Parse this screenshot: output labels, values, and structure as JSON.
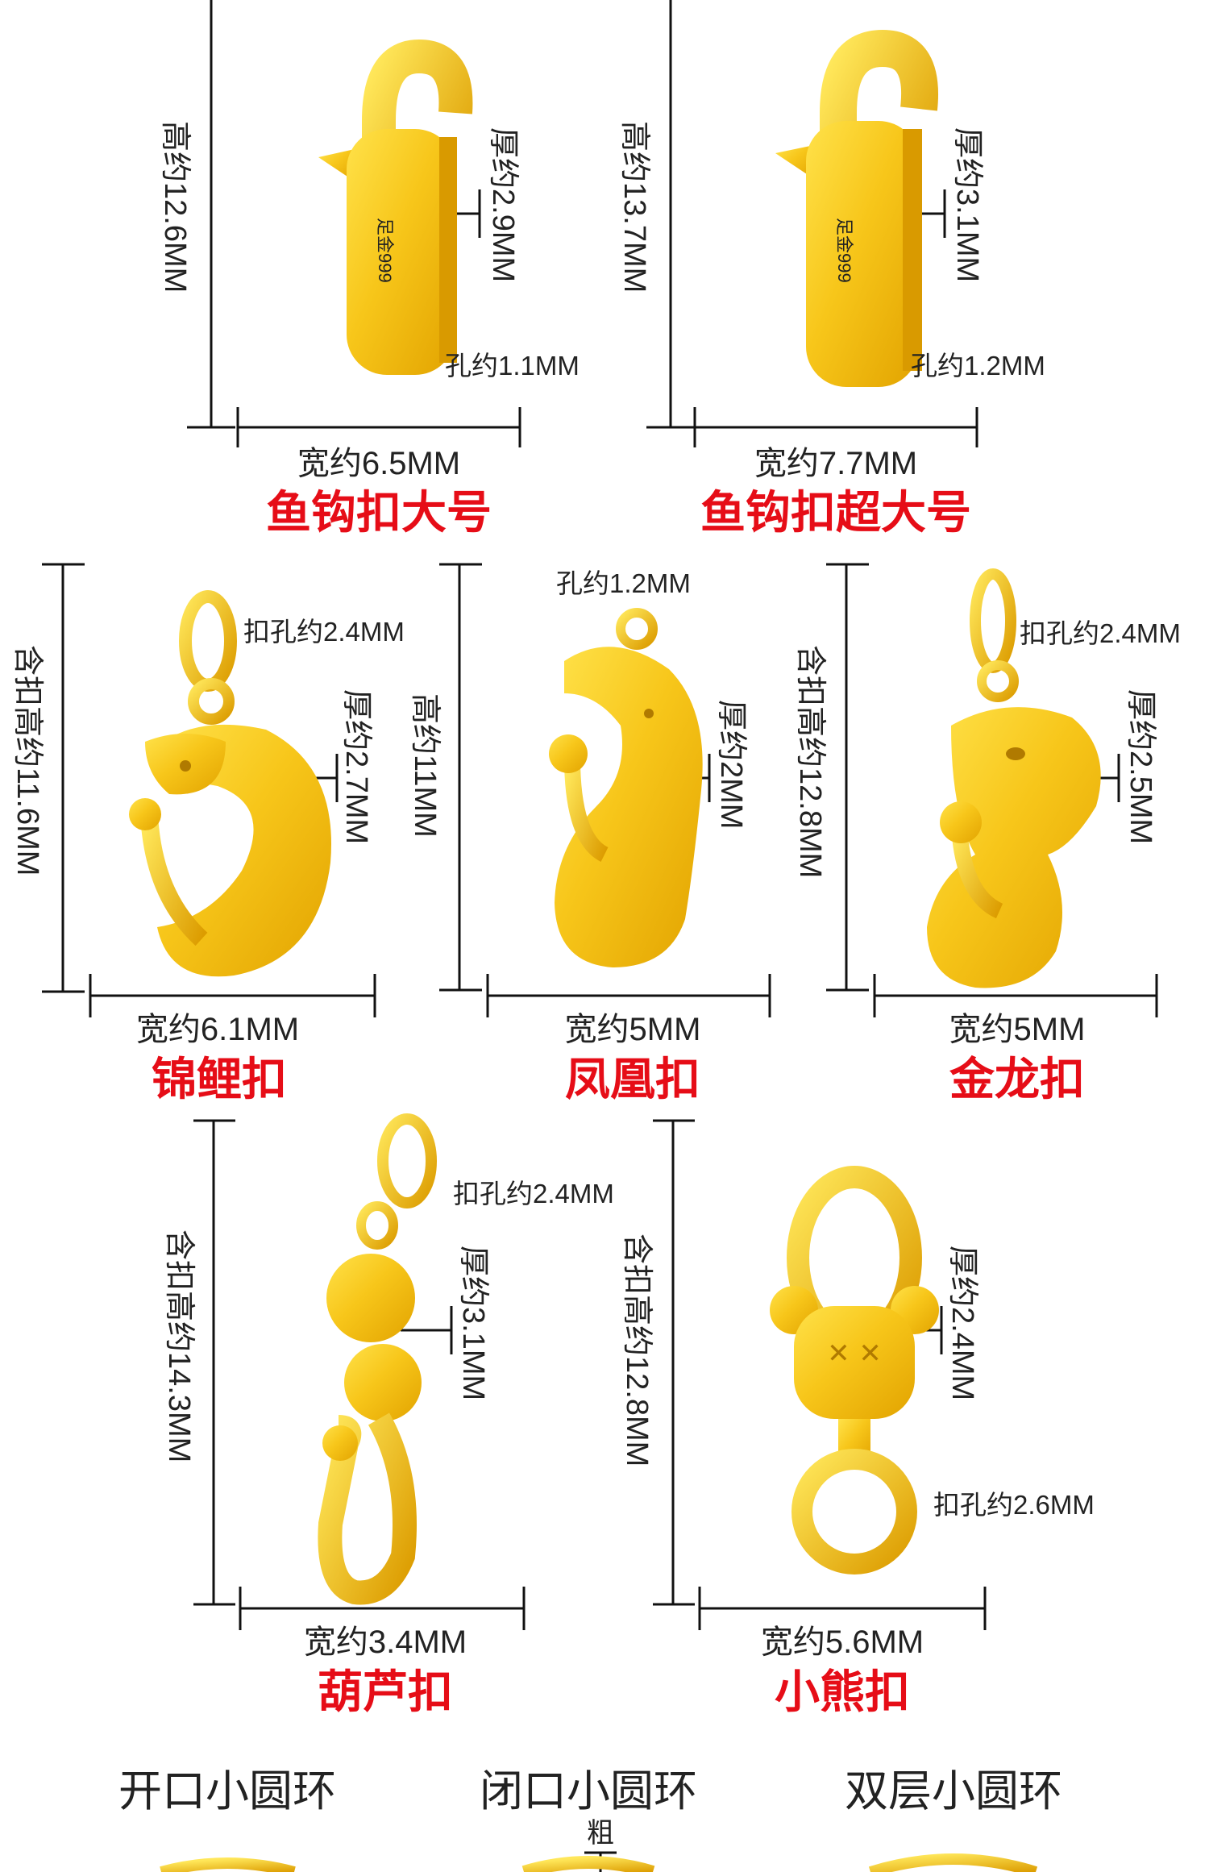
{
  "colors": {
    "title_red": "#e60d17",
    "gold": "#f2c21b",
    "gold_dark": "#d99a00",
    "line": "#111111"
  },
  "clasps": [
    {
      "name": "鱼钩扣大号",
      "height": "高约12.6MM",
      "thickness": "厚约2.9MM",
      "hole": "孔约1.1MM",
      "width": "宽约6.5MM",
      "stamp": "足金999"
    },
    {
      "name": "鱼钩扣超大号",
      "height": "高约13.7MM",
      "thickness": "厚约3.1MM",
      "hole": "孔约1.2MM",
      "width": "宽约7.7MM",
      "stamp": "足金999"
    },
    {
      "name": "锦鲤扣",
      "height": "含扣高约11.6MM",
      "thickness": "厚约2.7MM",
      "hole": "扣孔约2.4MM",
      "width": "宽约6.1MM"
    },
    {
      "name": "凤凰扣",
      "height": "高约11MM",
      "thickness": "厚约2MM",
      "hole": "孔约1.2MM",
      "width": "宽约5MM"
    },
    {
      "name": "金龙扣",
      "height": "含扣高约12.8MM",
      "thickness": "厚约2.5MM",
      "hole": "扣孔约2.4MM",
      "width": "宽约5MM"
    },
    {
      "name": "葫芦扣",
      "height": "含扣高约14.3MM",
      "thickness": "厚约3.1MM",
      "hole": "扣孔约2.4MM",
      "width": "宽约3.4MM"
    },
    {
      "name": "小熊扣",
      "height": "含扣高约12.8MM",
      "thickness": "厚约2.4MM",
      "hole": "扣孔约2.6MM",
      "width": "宽约5.6MM"
    }
  ],
  "rings": [
    {
      "name": "开口小圆环"
    },
    {
      "name": "闭口小圆环",
      "note": "粗"
    },
    {
      "name": "双层小圆环"
    }
  ]
}
